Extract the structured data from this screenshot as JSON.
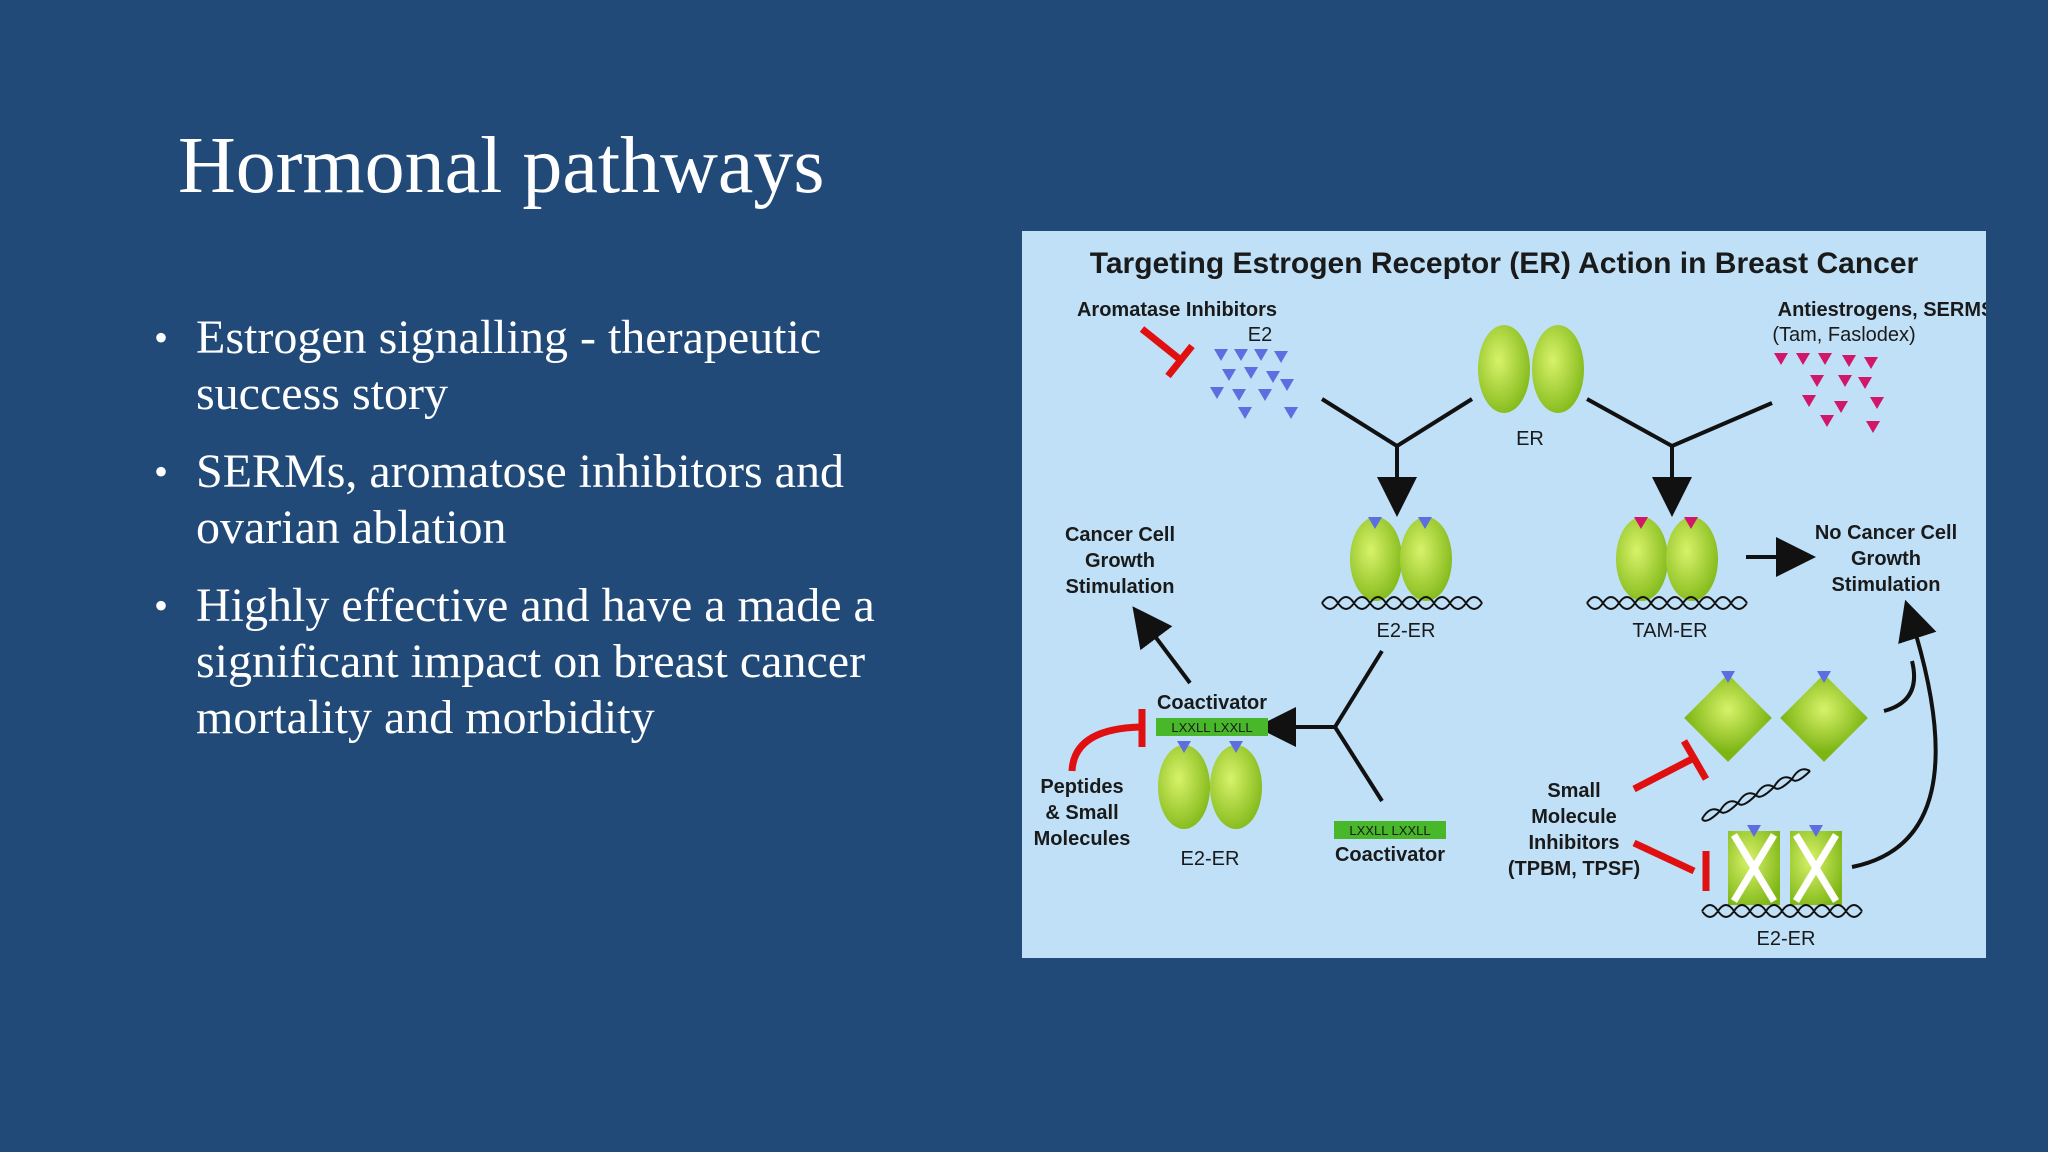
{
  "slide": {
    "title": "Hormonal pathways",
    "bullets": [
      {
        "line1": "Estrogen signalling - therapeutic",
        "line2": "success story",
        "line3": ""
      },
      {
        "line1": "SERMs, aromatose inhibitors and",
        "line2": "ovarian ablation",
        "line3": ""
      },
      {
        "line1": "Highly effective and have a made a",
        "line2": "significant impact on breast cancer",
        "line3": "mortality and morbidity"
      }
    ],
    "bullet_char": "•"
  },
  "figure": {
    "title": "Targeting Estrogen Receptor (ER) Action in Breast Cancer",
    "aromatase": "Aromatase Inhibitors",
    "e2": "E2",
    "antiestrogens": "Antiestrogens, SERMS",
    "antiestrogens_sub": "(Tam, Faslodex)",
    "er": "ER",
    "cancer_growth": [
      "Cancer Cell",
      "Growth",
      "Stimulation"
    ],
    "no_cancer_growth": [
      "No Cancer Cell",
      "Growth",
      "Stimulation"
    ],
    "e2_er": "E2-ER",
    "tam_er": "TAM-ER",
    "coactivator": "Coactivator",
    "lxxll": "LXXLL LXXLL",
    "peptides": [
      "Peptides",
      "& Small",
      "Molecules"
    ],
    "small_molecule": [
      "Small",
      "Molecule",
      "Inhibitors",
      "(TPBM, TPSF)"
    ],
    "colors": {
      "receptor": "#9fd21c",
      "e2": "#5d6fe0",
      "tam": "#d0176a",
      "inhibit": "#e01010",
      "background": "#bfe0f7"
    }
  }
}
